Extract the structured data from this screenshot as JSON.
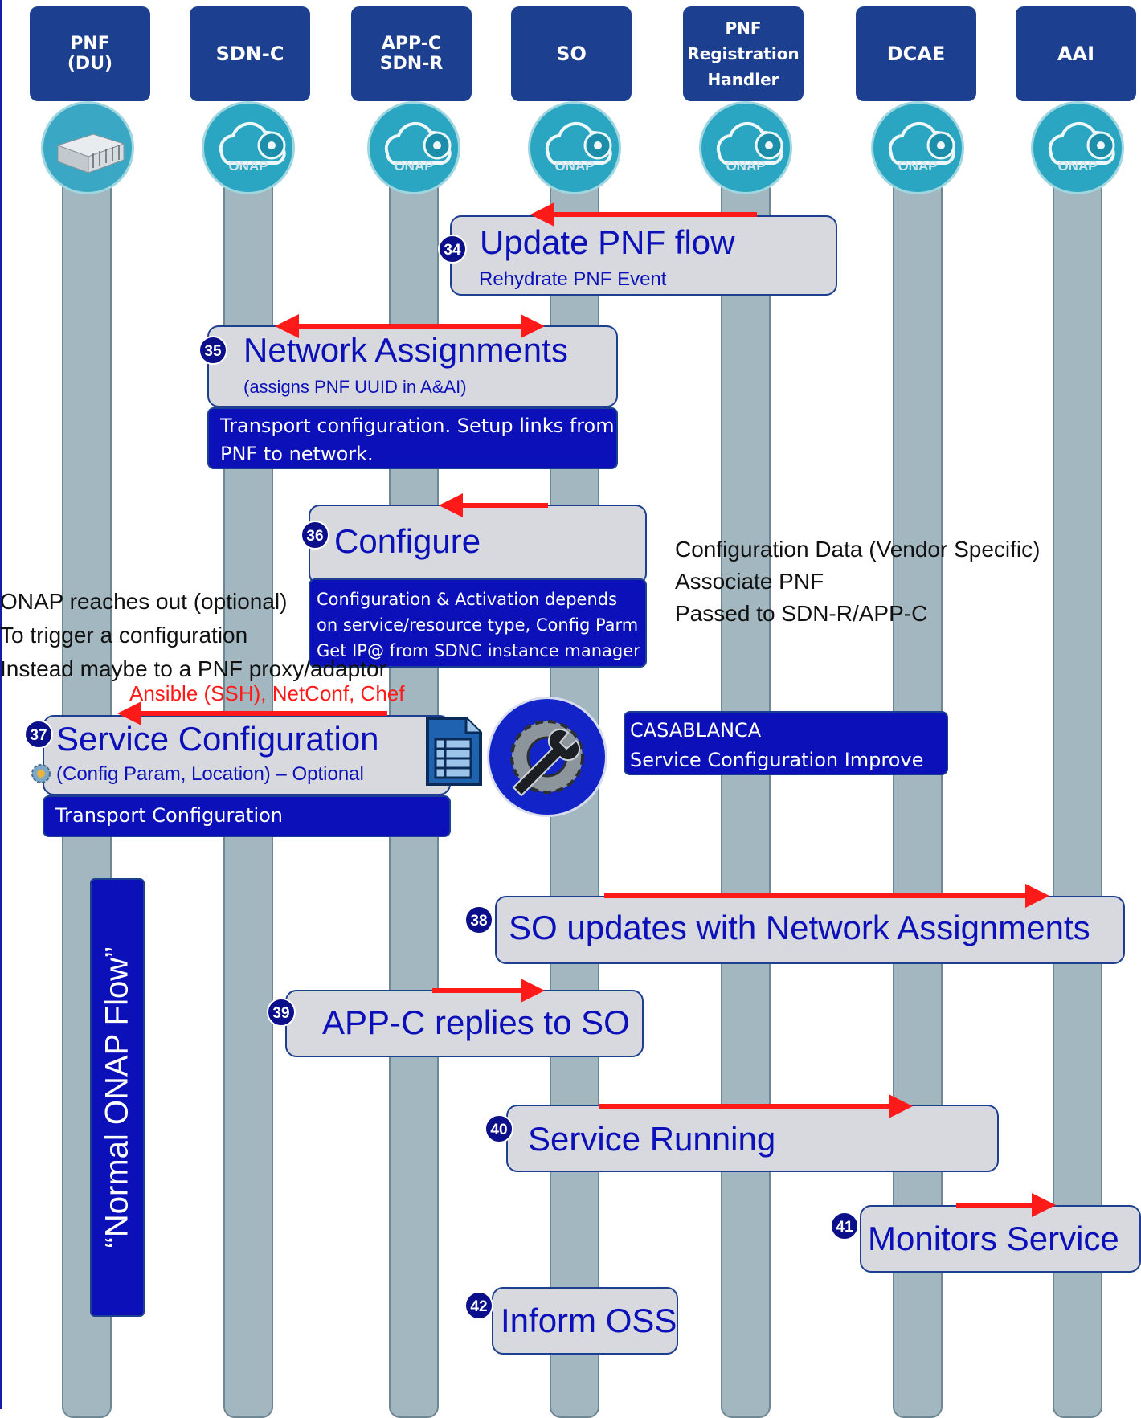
{
  "lanes": [
    {
      "label_lines": [
        "PNF",
        "(DU)"
      ],
      "icon": "server-hardware"
    },
    {
      "label_lines": [
        "SDN-C"
      ],
      "icon": "onap-cloud"
    },
    {
      "label_lines": [
        "APP-C",
        "SDN-R"
      ],
      "icon": "onap-cloud"
    },
    {
      "label_lines": [
        "SO"
      ],
      "icon": "onap-cloud"
    },
    {
      "label_lines": [
        "PNF",
        "Registration",
        "Handler"
      ],
      "icon": "onap-cloud"
    },
    {
      "label_lines": [
        "DCAE"
      ],
      "icon": "onap-cloud"
    },
    {
      "label_lines": [
        "AAI"
      ],
      "icon": "onap-cloud"
    }
  ],
  "onap_logo_text": "ONAP",
  "steps": {
    "s34": {
      "num": "34",
      "title": "Update PNF flow",
      "sub": "Rehydrate PNF Event"
    },
    "s35": {
      "num": "35",
      "title": "Network Assignments",
      "sub": "(assigns PNF UUID in A&AI)",
      "note": [
        "Transport configuration. Setup links from",
        "PNF to network."
      ]
    },
    "s36": {
      "num": "36",
      "title": "Configure",
      "note": [
        "Configuration & Activation depends",
        "on service/resource type, Config Parm",
        "Get IP@ from SDNC instance manager"
      ]
    },
    "s37": {
      "num": "37",
      "title": "Service Configuration",
      "sub": "(Config Param, Location) – Optional",
      "note": "Transport Configuration"
    },
    "s38": {
      "num": "38",
      "title": "SO updates with Network Assignments"
    },
    "s39": {
      "num": "39",
      "title": "APP-C replies to SO"
    },
    "s40": {
      "num": "40",
      "title": "Service Running"
    },
    "s41": {
      "num": "41",
      "title": "Monitors Service"
    },
    "s42": {
      "num": "42",
      "title": "Inform OSS"
    }
  },
  "config_data_text": [
    "Configuration Data (Vendor Specific)",
    "Associate PNF",
    "Passed to SDN-R/APP-C"
  ],
  "onap_reaches_text": [
    "ONAP reaches out (optional)",
    "To trigger a configuration",
    "Instead maybe to a PNF proxy/adaptor"
  ],
  "protocols_label": "Ansible (SSH), NetConf, Chef",
  "casablanca": [
    "CASABLANCA",
    "Service Configuration Improve"
  ],
  "normal_flow_label": "“Normal ONAP Flow”",
  "colors": {
    "header": "#1d3f8f",
    "lane": "#a3b7c0",
    "box": "#d7d9de",
    "dark": "#0b10b8",
    "arrow": "#ff1a1a",
    "text": "#0b10b8"
  }
}
